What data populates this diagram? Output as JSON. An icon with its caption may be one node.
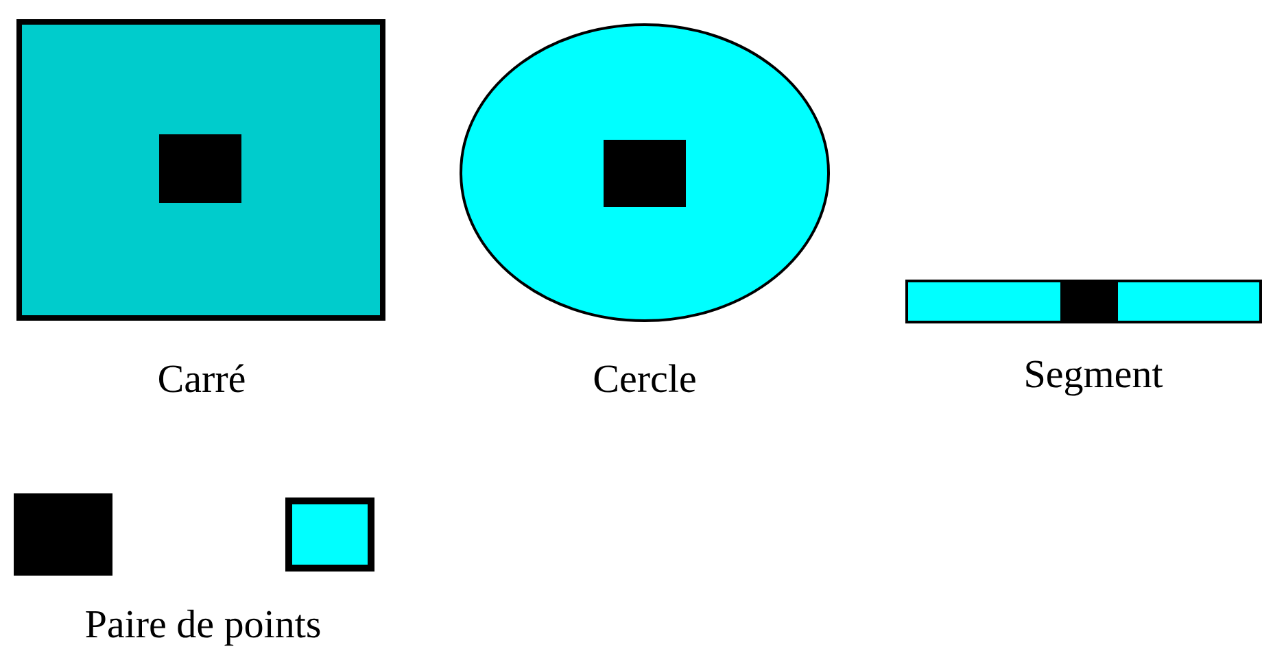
{
  "diagram": {
    "nodes": [
      {
        "text": [],
        "shape": "box",
        "beside": [
          "Carré"
        ]
      },
      {
        "text": [],
        "shape": "box",
        "in": 0
      },
      {
        "text": [],
        "shape": "circle",
        "beside": [
          "Cercle"
        ]
      },
      {
        "text": [],
        "shape": "box",
        "in": 2
      },
      {
        "text": [],
        "shape": "bar",
        "beside": [
          "Segment"
        ]
      },
      {
        "text": [],
        "shape": "box",
        "in": 4
      },
      {
        "text": [],
        "shape": "box"
      },
      {
        "text": [],
        "shape": "box"
      }
    ],
    "labels": [
      "Paire de points"
    ]
  }
}
